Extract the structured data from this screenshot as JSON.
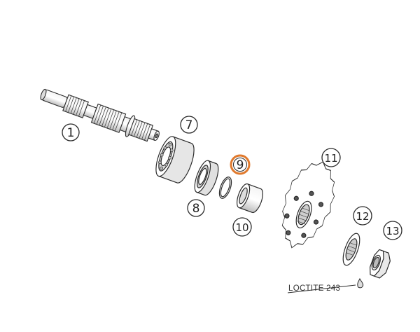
{
  "callouts": [
    {
      "id": "1",
      "label": "1",
      "highlighted": false
    },
    {
      "id": "7",
      "label": "7",
      "highlighted": false
    },
    {
      "id": "8",
      "label": "8",
      "highlighted": false
    },
    {
      "id": "9",
      "label": "9",
      "highlighted": true
    },
    {
      "id": "10",
      "label": "10",
      "highlighted": false
    },
    {
      "id": "11",
      "label": "11",
      "highlighted": false
    },
    {
      "id": "12",
      "label": "12",
      "highlighted": false
    },
    {
      "id": "13",
      "label": "13",
      "highlighted": false
    }
  ],
  "note": {
    "text": "LOCTITE 243"
  },
  "colors": {
    "highlight": "#e07a2e",
    "line": "#2a2a2a",
    "fill": "#ffffff",
    "shade": "#cfcfcf",
    "dark": "#555555"
  }
}
